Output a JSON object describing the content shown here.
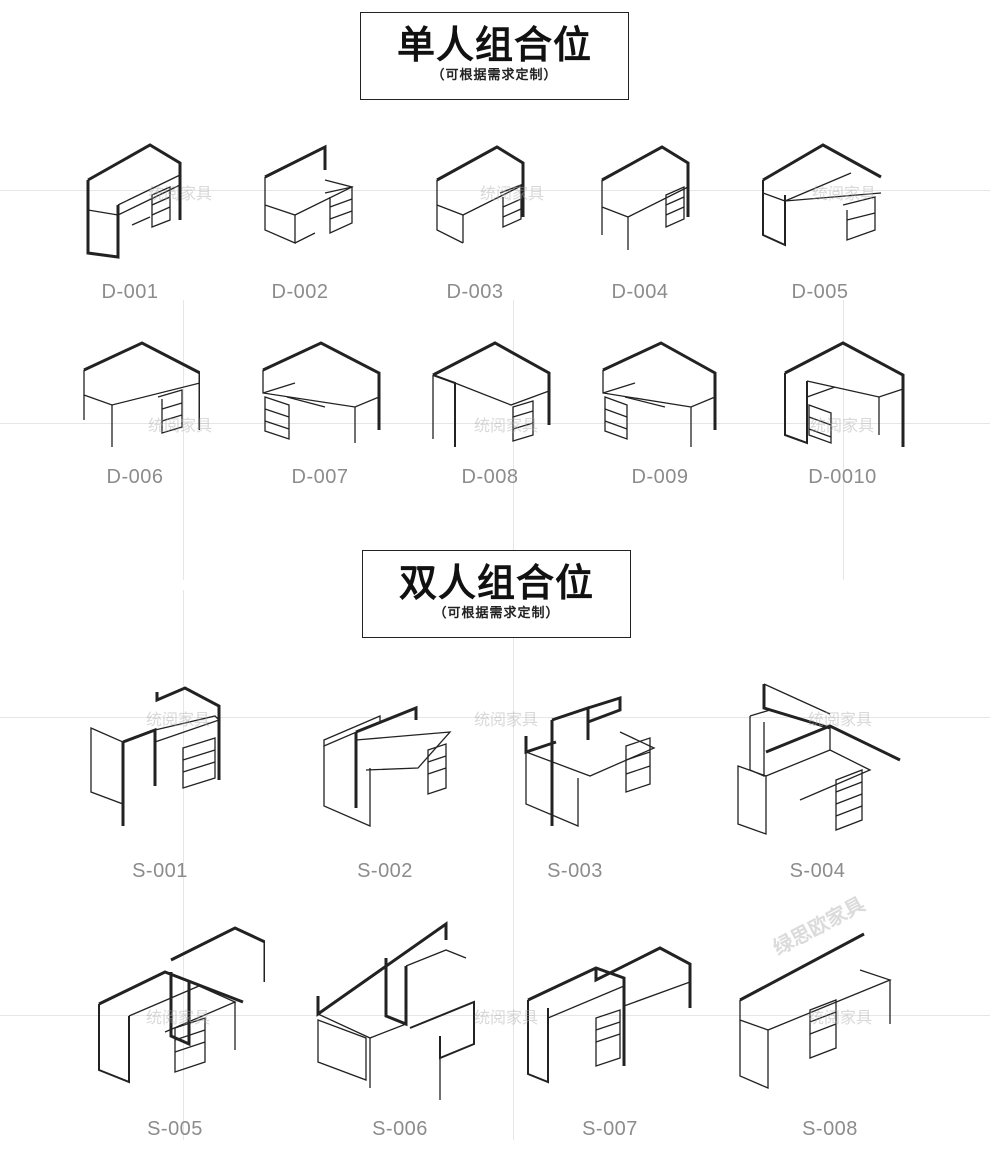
{
  "single": {
    "title": "单人组合位",
    "subtitle": "（可根据需求定制）",
    "items": [
      {
        "code": "D-001"
      },
      {
        "code": "D-002"
      },
      {
        "code": "D-003"
      },
      {
        "code": "D-004"
      },
      {
        "code": "D-005"
      },
      {
        "code": "D-006"
      },
      {
        "code": "D-007"
      },
      {
        "code": "D-008"
      },
      {
        "code": "D-009"
      },
      {
        "code": "D-0010"
      }
    ]
  },
  "double": {
    "title": "双人组合位",
    "subtitle": "（可根据需求定制）",
    "items": [
      {
        "code": "S-001"
      },
      {
        "code": "S-002"
      },
      {
        "code": "S-003"
      },
      {
        "code": "S-004"
      },
      {
        "code": "S-005"
      },
      {
        "code": "S-006"
      },
      {
        "code": "S-007"
      },
      {
        "code": "S-008"
      }
    ]
  },
  "watermarks": [
    "统阅家具",
    "绿思欧家具"
  ],
  "colors": {
    "line": "#222222",
    "code": "#8c8c8c",
    "guide": "#e6e6e6"
  }
}
